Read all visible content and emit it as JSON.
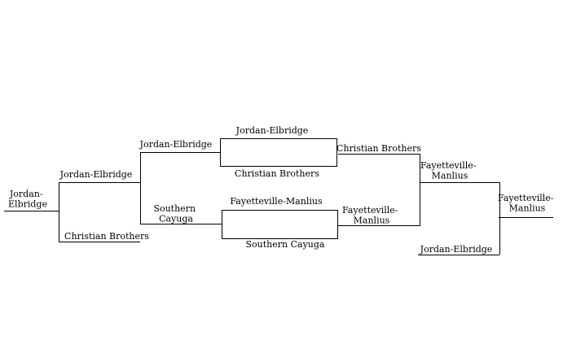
{
  "bracket": {
    "final_winner": {
      "line1": "Jordan-",
      "line2": "Elbridge"
    },
    "left_semi": {
      "top": "Jordan-Elbridge",
      "bottom": "Christian Brothers"
    },
    "left_quarter": {
      "top": "Jordan-Elbridge",
      "bottom": {
        "line1": "Southern",
        "line2": "Cayuga"
      }
    },
    "box_top": {
      "top": "Jordan-Elbridge",
      "bottom": "Christian Brothers"
    },
    "box_bottom": {
      "top": "Fayetteville-Manlius",
      "bottom": "Southern Cayuga"
    },
    "right_quarter": {
      "top": "Christian Brothers",
      "bottom": {
        "line1": "Fayetteville-",
        "line2": "Manlius"
      }
    },
    "right_semi": {
      "top": {
        "line1": "Fayetteville-",
        "line2": "Manlius"
      },
      "bottom": "Jordan-Elbridge"
    },
    "right_winner": {
      "line1": "Fayetteville-",
      "line2": "Manlius"
    }
  }
}
